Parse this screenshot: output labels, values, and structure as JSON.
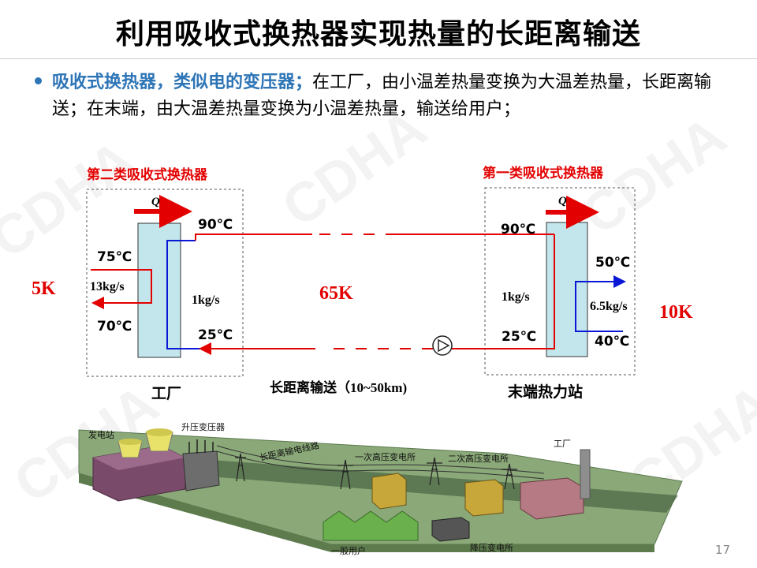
{
  "slide": {
    "title": "利用吸收式换热器实现热量的长距离输送",
    "bullet_highlight": "吸收式换热器，类似电的变压器；",
    "bullet_rest": "在工厂，由小温差热量变换为大温差热量，长距离输送；在末端，由大温差热量变换为小温差热量，输送给用户；",
    "page_number": "17"
  },
  "diagram": {
    "left_box_title": "第二类吸收式换热器",
    "right_box_title": "第一类吸收式换热器",
    "q_left": "Q",
    "q_right": "Q",
    "left_t_top": "90℃",
    "left_t_in": "75℃",
    "left_flow_small": "13kg/s",
    "left_t_out": "70℃",
    "left_flow": "1kg/s",
    "left_t_bottom": "25℃",
    "left_delta": "5K",
    "mid_delta": "65K",
    "right_t_top": "90℃",
    "right_flow": "1kg/s",
    "right_t_bottom": "25℃",
    "right_t_out": "50℃",
    "right_flow_small": "6.5kg/s",
    "right_t_in": "40℃",
    "right_delta": "10K",
    "label_factory": "工厂",
    "label_transport": "长距离输送（",
    "label_transport_range": "10~50km)",
    "label_station": "末端热力站",
    "colors": {
      "red": "#e30000",
      "blue": "#0a17d6",
      "box": "#c3e6ec"
    }
  },
  "illustration": {
    "power_plant": "发电站",
    "step_up": "升压变压器",
    "line": "长距离输电线路",
    "sub1": "一次高压变电所",
    "sub2": "二次高压变电所",
    "factory": "工厂",
    "user": "一般用户",
    "step_down": "降压变电所"
  }
}
